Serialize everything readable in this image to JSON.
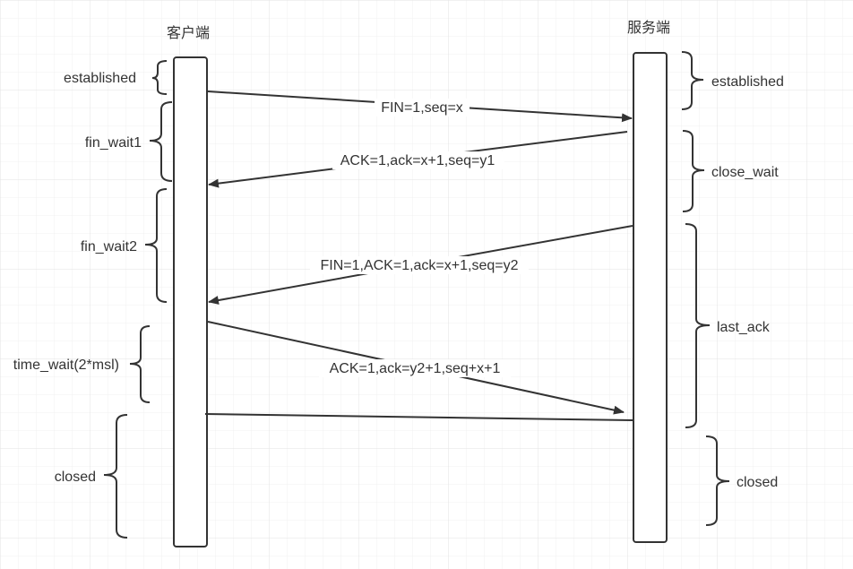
{
  "colors": {
    "grid_minor": "#f0f0f0",
    "grid_major": "#e3e3e3",
    "line": "#333333",
    "box_fill": "#ffffff",
    "text": "#333333"
  },
  "participants": {
    "client": "客户端",
    "server": "服务端"
  },
  "client_states": [
    "established",
    "fin_wait1",
    "fin_wait2",
    "time_wait(2*msl)",
    "closed"
  ],
  "server_states": [
    "established",
    "close_wait",
    "last_ack",
    "closed"
  ],
  "messages": [
    {
      "label": "FIN=1,seq=x",
      "direction": "client-to-server"
    },
    {
      "label": "ACK=1,ack=x+1,seq=y1",
      "direction": "server-to-client"
    },
    {
      "label": "FIN=1,ACK=1,ack=x+1,seq=y2",
      "direction": "server-to-client"
    },
    {
      "label": "ACK=1,ack=y2+1,seq+x+1",
      "direction": "client-to-server"
    }
  ]
}
